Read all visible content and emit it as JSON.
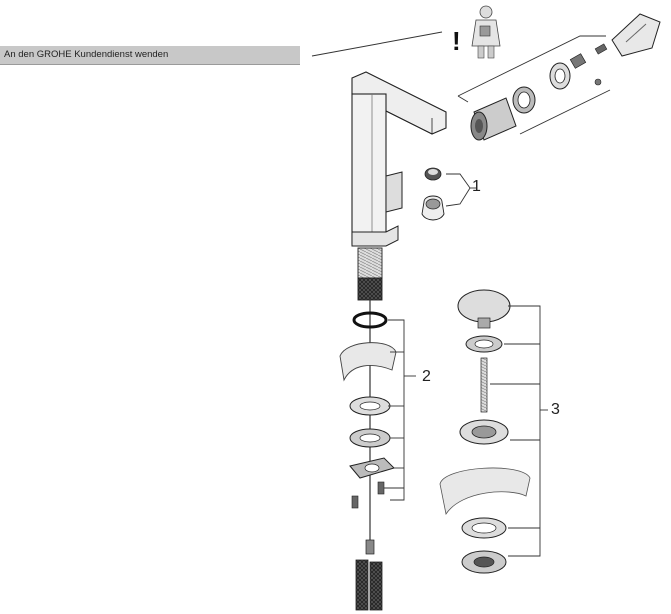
{
  "banner": {
    "text": "An den GROHE Kundendienst wenden"
  },
  "callouts": [
    "1",
    "2",
    "3"
  ],
  "icons": {
    "warning": "service-technician-warning-icon"
  }
}
